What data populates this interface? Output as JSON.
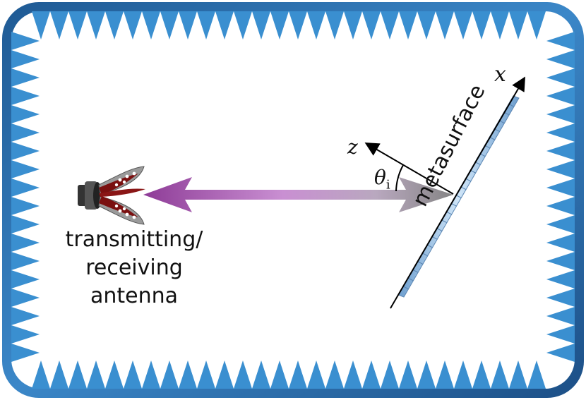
{
  "diagram": {
    "antenna_label": [
      "transmitting/",
      "receiving",
      "antenna"
    ],
    "metasurface_label": "metasurface",
    "axis_x_label": "x",
    "axis_z_label": "z",
    "angle_label": {
      "symbol": "θ",
      "subscript": "i"
    }
  },
  "colors": {
    "frame_border": "#2e6da4",
    "absorber_spikes": "#3a8fd0",
    "arrow_left": "#8e3c97",
    "arrow_right": "#8a8a8a",
    "metasurface": "#a9cdee",
    "antenna_red": "#7a1010"
  }
}
